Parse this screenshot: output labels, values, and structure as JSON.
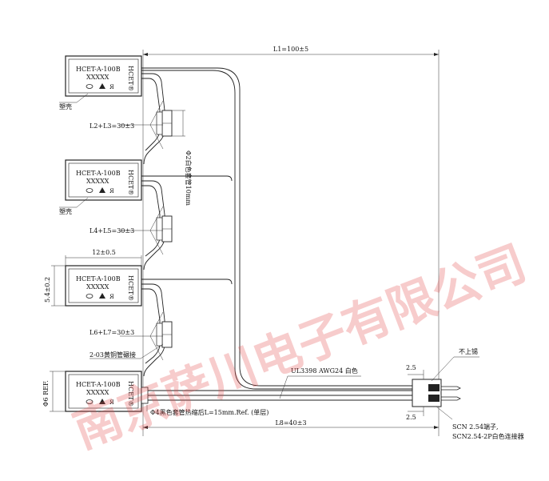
{
  "dimensions": {
    "l1": "L1=100±5",
    "l2_l3": "L2+L3=30±3",
    "l4_l5": "L4+L5=30±3",
    "l6_l7": "L6+L7=30±3",
    "l8": "L8=40±3",
    "width_12": "12±0.5",
    "height_54": "5.4±0.2",
    "dia_6": "Φ6 REF.",
    "pitch_top": "2.5",
    "pitch_bottom": "2.5"
  },
  "sensor": {
    "model": "HCET-A-100B",
    "code": "XXXXX",
    "side_label": "HCET®"
  },
  "notes": {
    "plastic_shell_1": "塑壳",
    "plastic_shell_2": "塑壳",
    "white_sleeve": "Φ2白色套管10mm",
    "crimp": "2-03黄铜管碾接",
    "cable": "UL3398  AWG24  白色",
    "heat_shrink": "Φ4黑色套管热缩后L=15mm.Ref. (单层)",
    "no_tin": "不上锡",
    "terminal": "SCN 2.54端子,",
    "connector": "SCN2.54-2P白色连接器"
  },
  "watermark": "南京萨川电子有限公司"
}
